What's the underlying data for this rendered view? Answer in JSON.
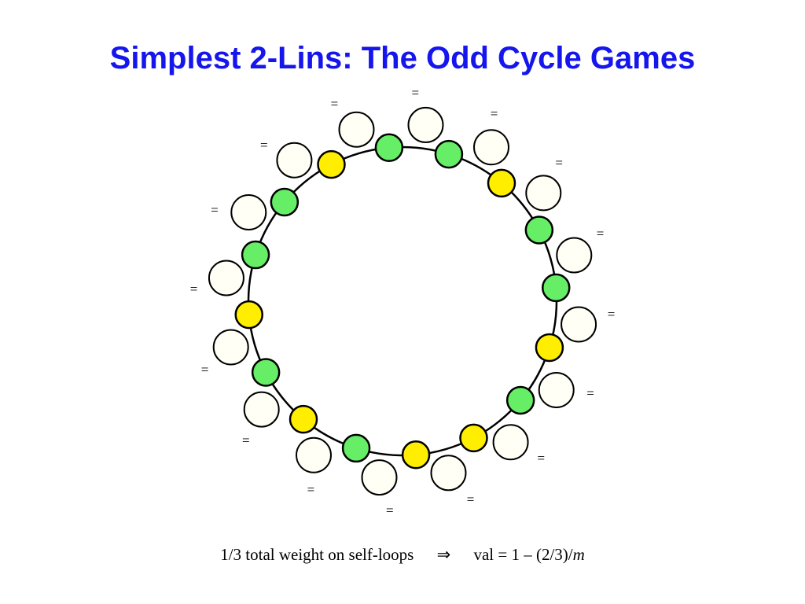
{
  "slide": {
    "title": "Simplest 2-Lins: The Odd Cycle Games"
  },
  "diagram": {
    "colors": {
      "green": "#66ee66",
      "yellow": "#ffee00",
      "loop": "#fffff5",
      "stroke": "#000000"
    },
    "loop_label": "=",
    "edge_label": "≠",
    "vertices": [
      {
        "color": "green"
      },
      {
        "color": "yellow"
      },
      {
        "color": "green"
      },
      {
        "color": "green"
      },
      {
        "color": "yellow"
      },
      {
        "color": "green"
      },
      {
        "color": "yellow"
      },
      {
        "color": "yellow"
      },
      {
        "color": "green"
      },
      {
        "color": "yellow"
      },
      {
        "color": "green"
      },
      {
        "color": "yellow"
      },
      {
        "color": "green"
      },
      {
        "color": "green"
      },
      {
        "color": "yellow"
      },
      {
        "color": "green"
      }
    ]
  },
  "caption": {
    "left": "1/3 total weight on self-loops",
    "arrow": "⇒",
    "right_prefix": "val = 1 – (2/3)/",
    "right_var": "m"
  }
}
